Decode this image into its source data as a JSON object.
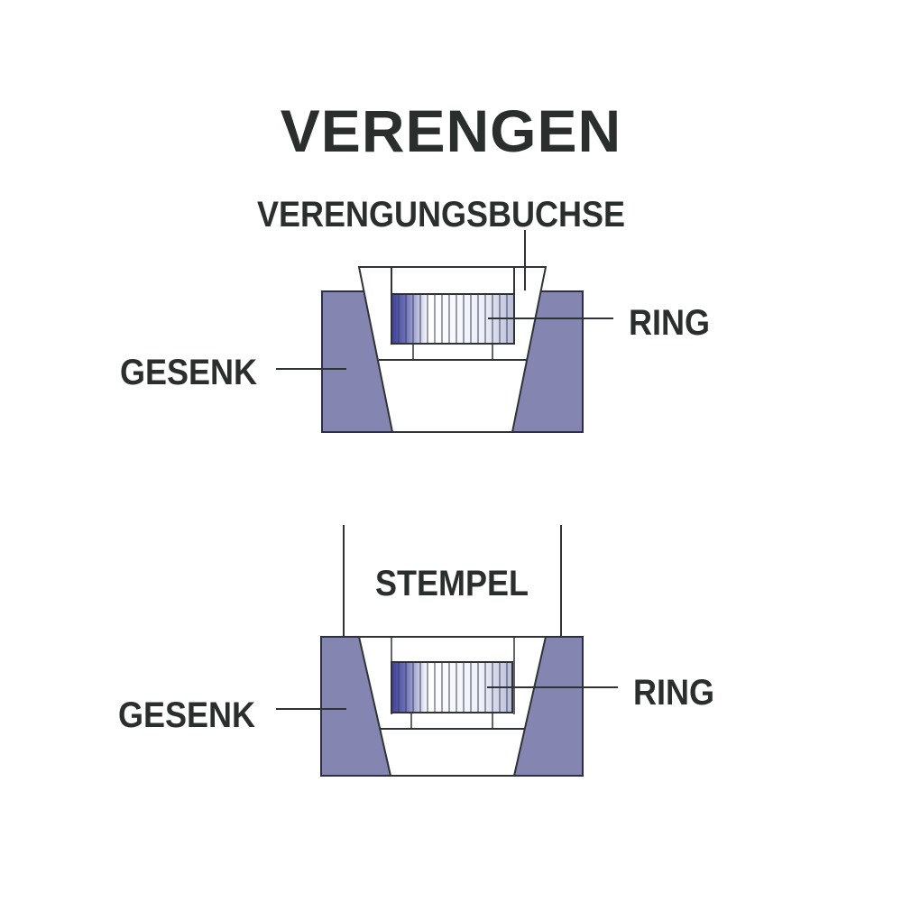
{
  "title": "VERENGEN",
  "top_assembly": {
    "bushing_label": "VERENGUNGSBUCHSE",
    "ring_label": "RING",
    "die_label": "GESENK"
  },
  "bottom_assembly": {
    "punch_label": "STEMPEL",
    "ring_label": "RING",
    "die_label": "GESENK"
  },
  "colors": {
    "die_fill": "#8585b2",
    "die_stroke": "#2d2f4a",
    "ring_dark": "#3b3f9a",
    "ring_light": "#d5d8ea",
    "line": "#2f3336",
    "text": "#2a2f2e",
    "background": "#ffffff"
  }
}
